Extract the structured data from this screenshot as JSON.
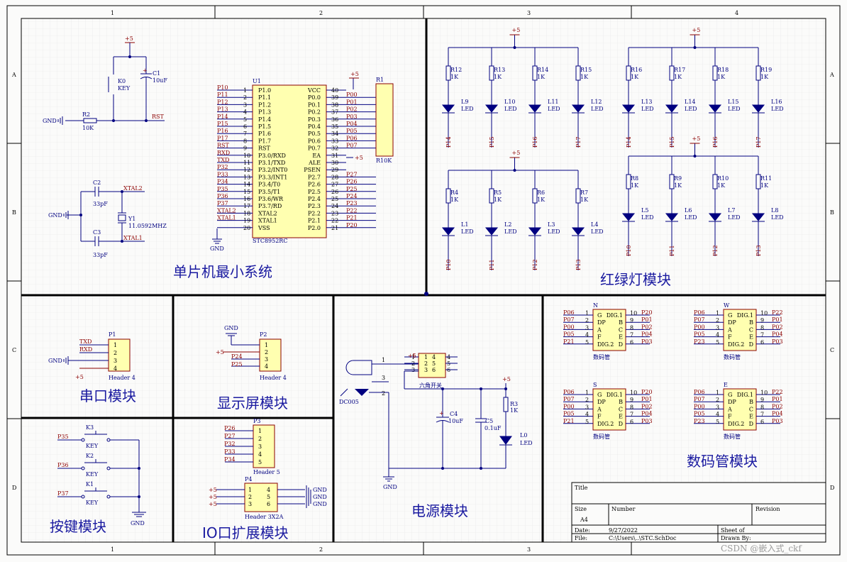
{
  "border": {
    "cols_top": [
      "1",
      "2",
      "3",
      "4"
    ],
    "cols_bottom": [
      "1",
      "2",
      "3"
    ],
    "rows": [
      "A",
      "B",
      "C",
      "D"
    ]
  },
  "blocks": {
    "mcu": "单片机最小系统",
    "leds": "红绿灯模块",
    "uart": "串口模块",
    "display": "显示屏模块",
    "power": "电源模块",
    "seg7": "数码管模块",
    "keys": "按键模块",
    "io": "IO口扩展模块"
  },
  "mcu": {
    "ref": "U1",
    "part": "STC8952RC",
    "left_pins": [
      {
        "net": "P10",
        "num": "1",
        "name": "P1.0"
      },
      {
        "net": "P11",
        "num": "2",
        "name": "P1.1"
      },
      {
        "net": "P12",
        "num": "3",
        "name": "P1.2"
      },
      {
        "net": "P13",
        "num": "4",
        "name": "P1.3"
      },
      {
        "net": "P14",
        "num": "5",
        "name": "P1.4"
      },
      {
        "net": "P15",
        "num": "6",
        "name": "P1.5"
      },
      {
        "net": "P16",
        "num": "7",
        "name": "P1.6"
      },
      {
        "net": "P17",
        "num": "8",
        "name": "P1.7"
      },
      {
        "net": "RST",
        "num": "9",
        "name": "RST"
      },
      {
        "net": "RXD",
        "num": "10",
        "name": "P3.0/RXD"
      },
      {
        "net": "TXD",
        "num": "11",
        "name": "P3.1/TXD"
      },
      {
        "net": "P32",
        "num": "12",
        "name": "P3.2/INT0"
      },
      {
        "net": "P33",
        "num": "13",
        "name": "P3.3/INT1"
      },
      {
        "net": "P34",
        "num": "14",
        "name": "P3.4/T0"
      },
      {
        "net": "P35",
        "num": "15",
        "name": "P3.5/T1"
      },
      {
        "net": "P36",
        "num": "16",
        "name": "P3.6/WR"
      },
      {
        "net": "P37",
        "num": "17",
        "name": "P3.7/RD"
      },
      {
        "net": "XTAL2",
        "num": "18",
        "name": "XTAL2"
      },
      {
        "net": "XTAL1",
        "num": "19",
        "name": "XTAL1"
      },
      {
        "net": "",
        "num": "20",
        "name": "VSS"
      }
    ],
    "right_pins": [
      {
        "net": "",
        "num": "40",
        "name": "VCC"
      },
      {
        "net": "P00",
        "num": "39",
        "name": "P0.0"
      },
      {
        "net": "P01",
        "num": "38",
        "name": "P0.1"
      },
      {
        "net": "P02",
        "num": "37",
        "name": "P0.2"
      },
      {
        "net": "P03",
        "num": "36",
        "name": "P0.3"
      },
      {
        "net": "P04",
        "num": "35",
        "name": "P0.4"
      },
      {
        "net": "P05",
        "num": "34",
        "name": "P0.5"
      },
      {
        "net": "P06",
        "num": "33",
        "name": "P0.6"
      },
      {
        "net": "P07",
        "num": "32",
        "name": "P0.7"
      },
      {
        "net": "",
        "num": "31",
        "name": "EA"
      },
      {
        "net": "",
        "num": "30",
        "name": "ALE"
      },
      {
        "net": "",
        "num": "29",
        "name": "PSEN"
      },
      {
        "net": "P27",
        "num": "28",
        "name": "P2.7"
      },
      {
        "net": "P26",
        "num": "27",
        "name": "P2.6"
      },
      {
        "net": "P25",
        "num": "26",
        "name": "P2.5"
      },
      {
        "net": "P24",
        "num": "25",
        "name": "P2.4"
      },
      {
        "net": "P23",
        "num": "24",
        "name": "P2.3"
      },
      {
        "net": "P22",
        "num": "23",
        "name": "P2.2"
      },
      {
        "net": "P21",
        "num": "22",
        "name": "P2.1"
      },
      {
        "net": "P20",
        "num": "21",
        "name": "P2.0"
      }
    ],
    "gnd": "GND",
    "vcc": "+5",
    "ea_vcc": "+5"
  },
  "rnet": {
    "ref": "R1",
    "val": "R10K"
  },
  "reset": {
    "vcc": "+5",
    "key_ref": "K0",
    "key_val": "KEY",
    "cap_ref": "C1",
    "cap_val": "10uF",
    "cap_plus": "+",
    "res_ref": "R2",
    "res_val": "10K",
    "gnd": "GND",
    "net": "RST"
  },
  "crystal": {
    "c2_ref": "C2",
    "c2_val": "33pF",
    "c3_ref": "C3",
    "c3_val": "33pF",
    "y_ref": "Y1",
    "y_val": "11.0592MHZ",
    "gnd": "GND",
    "net_top": "XTAL2",
    "net_bot": "XTAL1"
  },
  "led_groups": [
    {
      "vcc": "+5",
      "items": [
        {
          "r": "R12",
          "rv": "1K",
          "l": "L9",
          "lv": "LED",
          "p": "P14"
        },
        {
          "r": "R13",
          "rv": "1K",
          "l": "L10",
          "lv": "LED",
          "p": "P15"
        },
        {
          "r": "R14",
          "rv": "1K",
          "l": "L11",
          "lv": "LED",
          "p": "P16"
        },
        {
          "r": "R15",
          "rv": "1K",
          "l": "L12",
          "lv": "LED",
          "p": "P17"
        }
      ]
    },
    {
      "vcc": "+5",
      "items": [
        {
          "r": "R16",
          "rv": "1K",
          "l": "L13",
          "lv": "LED",
          "p": "P14"
        },
        {
          "r": "R17",
          "rv": "1K",
          "l": "L14",
          "lv": "LED",
          "p": "P15"
        },
        {
          "r": "R18",
          "rv": "1K",
          "l": "L15",
          "lv": "LED",
          "p": "P16"
        },
        {
          "r": "R19",
          "rv": "1K",
          "l": "L16",
          "lv": "LED",
          "p": "P17"
        }
      ]
    },
    {
      "vcc": "+5",
      "items": [
        {
          "r": "R4",
          "rv": "1K",
          "l": "L1",
          "lv": "LED",
          "p": "P10"
        },
        {
          "r": "R5",
          "rv": "1K",
          "l": "L2",
          "lv": "LED",
          "p": "P11"
        },
        {
          "r": "R6",
          "rv": "1K",
          "l": "L3",
          "lv": "LED",
          "p": "P12"
        },
        {
          "r": "R7",
          "rv": "1K",
          "l": "L4",
          "lv": "LED",
          "p": "P13"
        }
      ]
    },
    {
      "vcc": "+5",
      "items": [
        {
          "r": "R8",
          "rv": "1K",
          "l": "L5",
          "lv": "LED",
          "p": "P10"
        },
        {
          "r": "R9",
          "rv": "1K",
          "l": "L6",
          "lv": "LED",
          "p": "P11"
        },
        {
          "r": "R10",
          "rv": "1K",
          "l": "L7",
          "lv": "LED",
          "p": "P12"
        },
        {
          "r": "R11",
          "rv": "1K",
          "l": "L8",
          "lv": "LED",
          "p": "P13"
        }
      ]
    }
  ],
  "uart": {
    "ref": "P1",
    "part": "Header 4",
    "gnd": "GND",
    "vcc": "+5",
    "pins": [
      "1",
      "2",
      "3",
      "4"
    ],
    "nets": [
      "TXD",
      "RXD"
    ]
  },
  "display": {
    "ref": "P2",
    "part": "Header 4",
    "gnd": "GND",
    "vcc": "+5",
    "pins": [
      "1",
      "2",
      "3",
      "4"
    ],
    "nets": [
      "P24",
      "P25"
    ]
  },
  "io3": {
    "ref": "P3",
    "part": "Header 5",
    "pins": [
      "1",
      "2",
      "3",
      "4",
      "5"
    ],
    "nets": [
      "P26",
      "P27",
      "P32",
      "P33",
      "P34"
    ]
  },
  "io4": {
    "ref": "P4",
    "part": "Header 3X2A",
    "left": [
      "1",
      "2",
      "3"
    ],
    "right": [
      "4",
      "5",
      "6"
    ],
    "vcc": [
      "+5",
      "+5",
      "+5"
    ],
    "gnd": [
      "GND",
      "GND",
      "GND"
    ]
  },
  "keys": {
    "gnd": "GND",
    "items": [
      {
        "ref": "K3",
        "val": "KEY",
        "net": "P35"
      },
      {
        "ref": "K2",
        "val": "KEY",
        "net": "P36"
      },
      {
        "ref": "K1",
        "val": "KEY",
        "net": "P37"
      }
    ]
  },
  "power": {
    "jack": "DC005",
    "jack_pins": [
      "1",
      "2",
      "3"
    ],
    "sw_vcc": "+5",
    "sw_label": "六角开关",
    "sw_pins": [
      [
        "1",
        "4",
        "4"
      ],
      [
        "2",
        "5",
        "5"
      ],
      [
        "3",
        "6",
        "6"
      ]
    ],
    "c4_ref": "C4",
    "c4_val": "10uF",
    "c4_plus": "+",
    "c5_ref": "C5",
    "c5_val": "0.1uF",
    "r3_ref": "R3",
    "r3_val": "1K",
    "r3_vcc": "+5",
    "l0_ref": "L0",
    "l0_val": "LED",
    "gnd": "GND"
  },
  "seg7": {
    "left_pins": [
      "1",
      "2",
      "3",
      "4",
      "5"
    ],
    "right_pins": [
      "10",
      "9",
      "8",
      "7",
      "6"
    ],
    "left_names": [
      "G",
      "DP",
      "A",
      "F",
      "DIG.2"
    ],
    "right_names": [
      "DIG.1",
      "B",
      "C",
      "E",
      "D"
    ],
    "part": "数码管",
    "units": [
      {
        "ref": "N",
        "left": [
          "P06",
          "P07",
          "P00",
          "P05",
          "P21"
        ],
        "right": [
          "P20",
          "P01",
          "P02",
          "P04",
          "P03"
        ]
      },
      {
        "ref": "W",
        "left": [
          "P06",
          "P07",
          "P00",
          "P05",
          "P23"
        ],
        "right": [
          "P22",
          "P01",
          "P02",
          "P04",
          "P03"
        ]
      },
      {
        "ref": "S",
        "left": [
          "P06",
          "P07",
          "P00",
          "P05",
          "P21"
        ],
        "right": [
          "P20",
          "P01",
          "P02",
          "P04",
          "P03"
        ]
      },
      {
        "ref": "E",
        "left": [
          "P06",
          "P07",
          "P00",
          "P05",
          "P23"
        ],
        "right": [
          "P22",
          "P01",
          "P02",
          "P04",
          "P03"
        ]
      }
    ]
  },
  "title_block": {
    "title": "Title",
    "size_label": "Size",
    "size": "A4",
    "number_label": "Number",
    "revision_label": "Revision",
    "date_label": "Date:",
    "date": "9/27/2022",
    "file_label": "File:",
    "file": "C:\\Users\\..\\STC.SchDoc",
    "sheet_label": "Sheet   of",
    "drawn_label": "Drawn By:"
  },
  "watermark": "CSDN @嵌入式_ckf"
}
